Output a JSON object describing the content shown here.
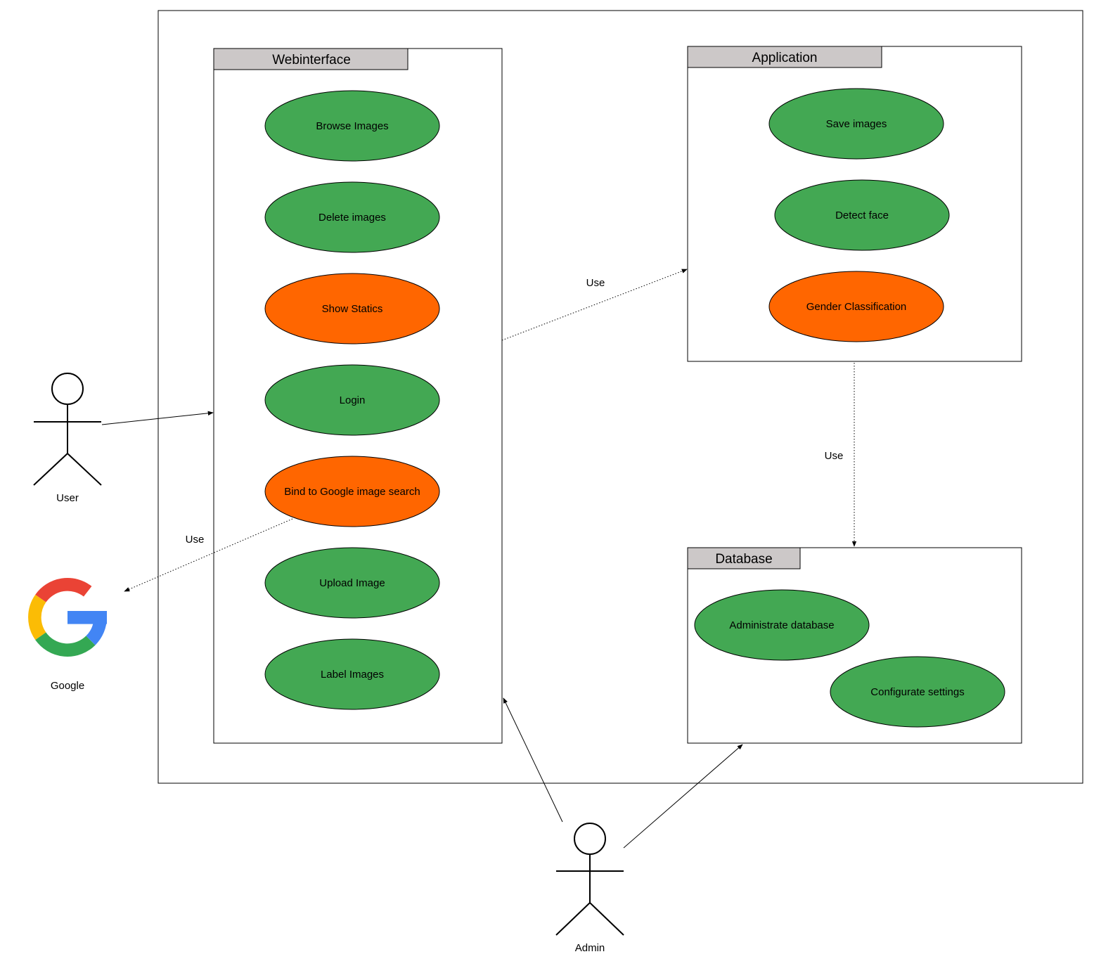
{
  "colors": {
    "green": "#43a853",
    "orange": "#ff6600",
    "tab": "#ccc8c8",
    "stroke": "#000000",
    "google_red": "#ea4335",
    "google_yellow": "#fbbc05",
    "google_green": "#34a853",
    "google_blue": "#4285f4"
  },
  "packages": {
    "webinterface": {
      "title": "Webinterface",
      "use_cases": [
        {
          "label": "Browse Images",
          "color": "green"
        },
        {
          "label": "Delete images",
          "color": "green"
        },
        {
          "label": "Show Statics",
          "color": "orange"
        },
        {
          "label": "Login",
          "color": "green"
        },
        {
          "label": "Bind to Google image search",
          "color": "orange"
        },
        {
          "label": "Upload Image",
          "color": "green"
        },
        {
          "label": "Label Images",
          "color": "green"
        }
      ]
    },
    "application": {
      "title": "Application",
      "use_cases": [
        {
          "label": "Save images",
          "color": "green"
        },
        {
          "label": "Detect face",
          "color": "green"
        },
        {
          "label": "Gender Classification",
          "color": "orange"
        }
      ]
    },
    "database": {
      "title": "Database",
      "use_cases": [
        {
          "label": "Administrate database",
          "color": "green"
        },
        {
          "label": "Configurate settings",
          "color": "green"
        }
      ]
    }
  },
  "actors": {
    "user": {
      "label": "User"
    },
    "admin": {
      "label": "Admin"
    },
    "google": {
      "label": "Google",
      "icon": "google-logo-icon"
    }
  },
  "connectors": {
    "web_to_app": {
      "label": "Use",
      "style": "dotted"
    },
    "app_to_db": {
      "label": "Use",
      "style": "dotted"
    },
    "web_to_google": {
      "label": "Use",
      "style": "dotted"
    }
  }
}
